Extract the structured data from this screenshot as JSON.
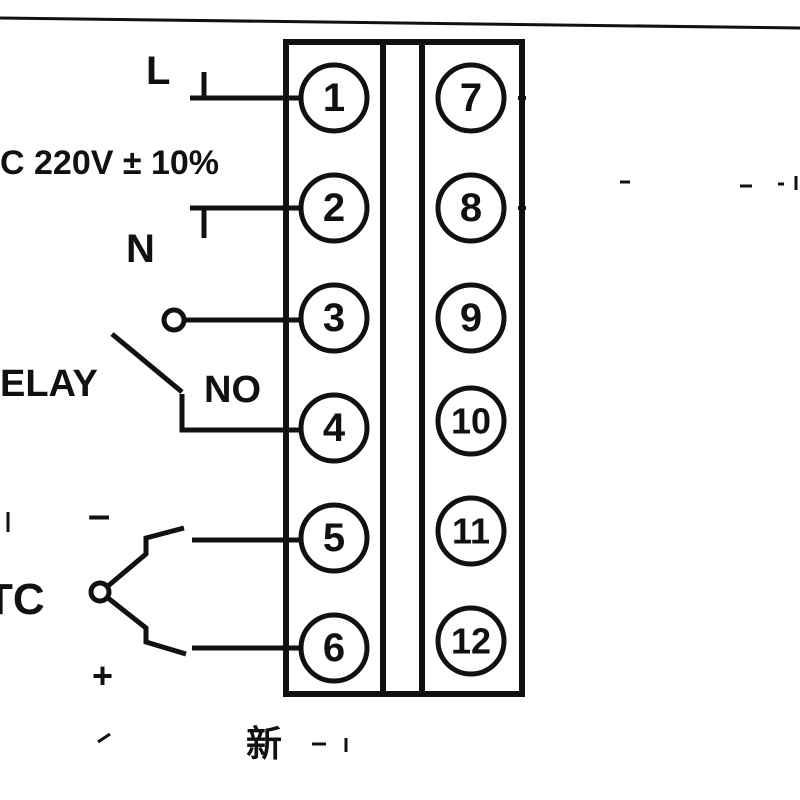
{
  "labels": {
    "live": "L",
    "supply": "C 220V ± 10%",
    "neutral": "N",
    "relay": "ELAY",
    "normally_open": "NO",
    "tc_minus": "–",
    "tc_name": "TC",
    "tc_plus": "+",
    "bottom_mark": "新"
  },
  "terminals": {
    "left": [
      "1",
      "2",
      "3",
      "4",
      "5",
      "6"
    ],
    "right": [
      "7",
      "8",
      "9",
      "10",
      "11",
      "12"
    ]
  },
  "colors": {
    "ink": "#111111",
    "paper": "#ffffff"
  }
}
